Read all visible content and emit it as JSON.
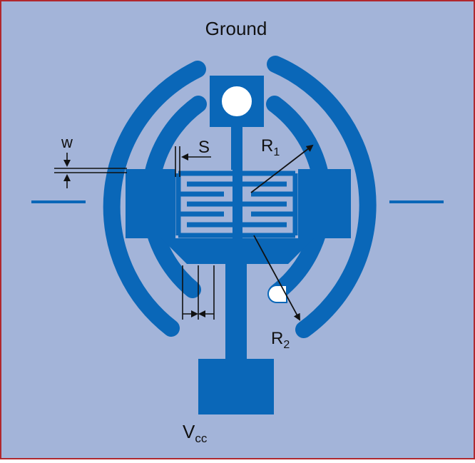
{
  "labels": {
    "ground": "Ground",
    "vcc_main": "V",
    "vcc_sub": "cc",
    "r1_main": "R",
    "r1_sub": "1",
    "r2_main": "R",
    "r2_sub": "2",
    "s": "S",
    "w": "w"
  },
  "colors": {
    "background": "#a3b4d9",
    "border": "#b0282e",
    "metal": "#0a67b8",
    "annotation": "#111111",
    "hole": "#ffffff"
  }
}
